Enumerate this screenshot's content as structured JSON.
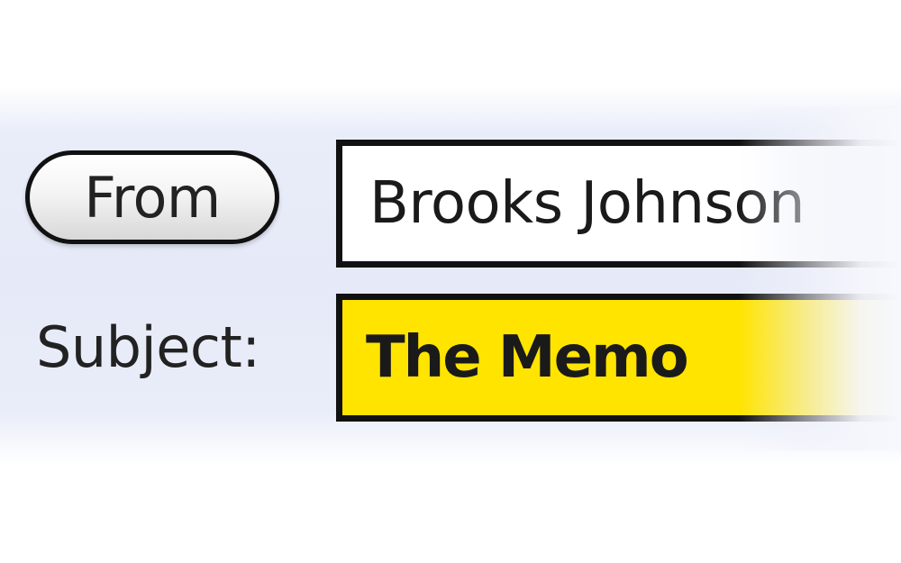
{
  "header": {
    "from_button_label": "From",
    "subject_label": "Subject:"
  },
  "fields": {
    "from_value": "Brooks Johnson",
    "subject_value": "The Memo"
  },
  "colors": {
    "subject_highlight": "#ffe400",
    "background_band": "#e6eaf8",
    "border": "#111111"
  }
}
